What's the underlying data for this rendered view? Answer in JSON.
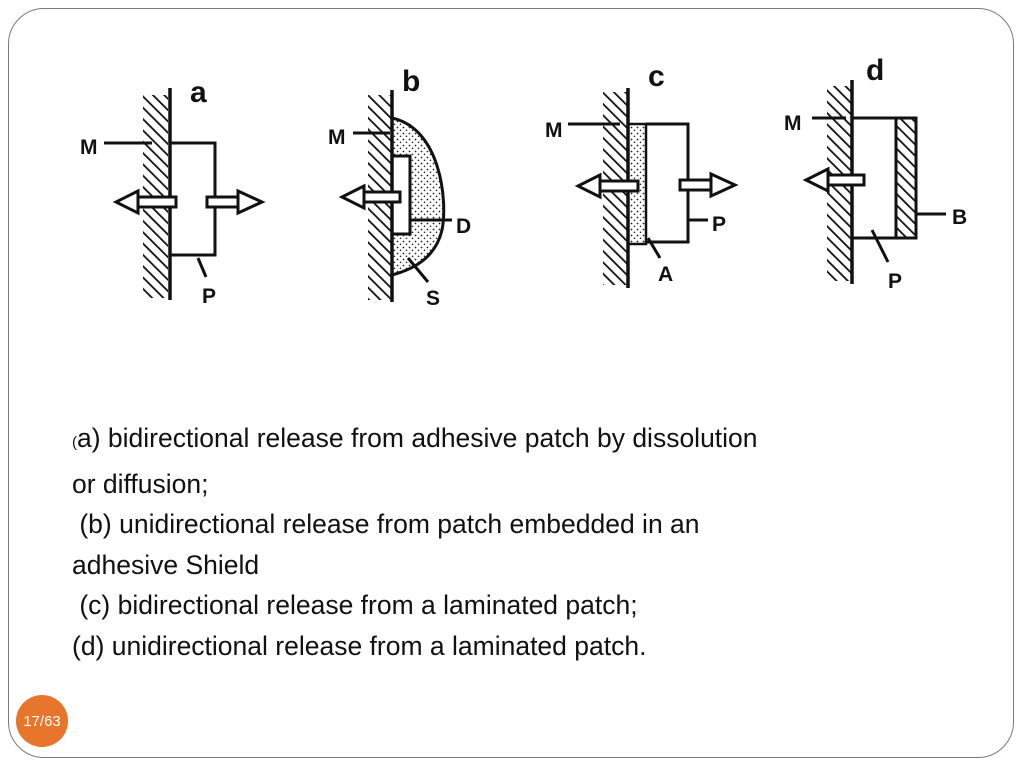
{
  "diagrams": [
    {
      "id": "a",
      "label": "a",
      "parts": [
        "M",
        "P"
      ]
    },
    {
      "id": "b",
      "label": "b",
      "parts": [
        "M",
        "D",
        "S"
      ]
    },
    {
      "id": "c",
      "label": "c",
      "parts": [
        "M",
        "P",
        "A"
      ]
    },
    {
      "id": "d",
      "label": "d",
      "parts": [
        "M",
        "B",
        "P"
      ]
    }
  ],
  "caption": {
    "line1_paren": "(",
    "line1": "a) bidirectional release from adhesive patch by dissolution",
    "line2": "or diffusion;",
    "line3": " (b) unidirectional release from patch embedded in an",
    "line4": "adhesive Shield",
    "line5": " (c) bidirectional release from a laminated patch;",
    "line6": "(d) unidirectional release from a laminated patch."
  },
  "page_number": "17/63",
  "colors": {
    "badge": "#e7752b",
    "frame": "#7a7a7a"
  }
}
